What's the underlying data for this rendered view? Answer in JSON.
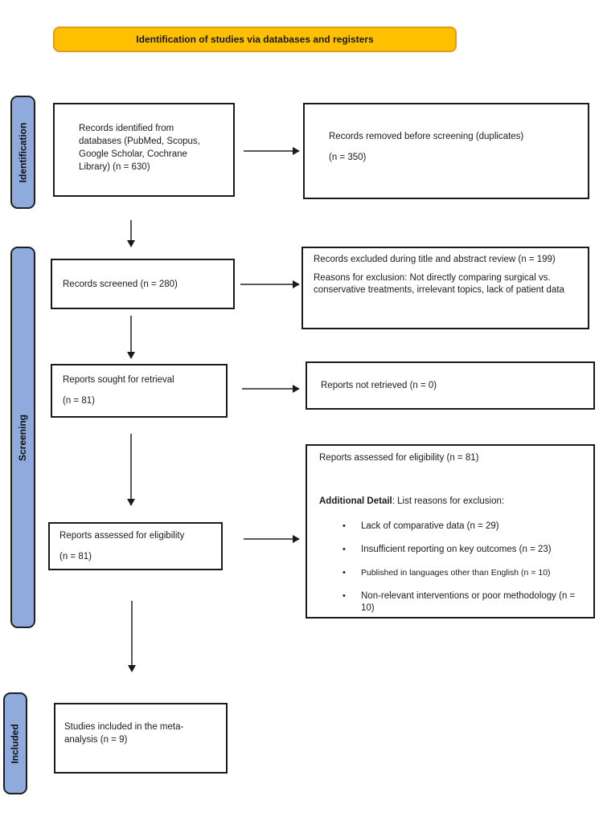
{
  "banner": {
    "label": "Identification of studies via databases and registers"
  },
  "stages": {
    "identification": "Identification",
    "screening": "Screening",
    "included": "Included"
  },
  "boxes": {
    "records_identified": {
      "text": "Records identified from databases (PubMed, Scopus, Google Scholar, Cochrane Library) (n = 630)"
    },
    "records_removed": {
      "line1": "Records removed before screening (duplicates)",
      "line2": "(n = 350)"
    },
    "records_screened": {
      "text": "Records screened (n = 280)"
    },
    "records_excluded": {
      "para1": "Records excluded during title and abstract review (n = 199)",
      "para2": "Reasons for exclusion: Not directly comparing surgical vs. conservative treatments, irrelevant topics, lack of patient data"
    },
    "reports_sought": {
      "line1": "Reports sought for retrieval",
      "line2": "(n = 81)"
    },
    "reports_not_retrieved": {
      "text": "Reports not retrieved (n = 0)"
    },
    "reports_assessed": {
      "line1": "Reports assessed for eligibility",
      "line2": "(n = 81)"
    },
    "eligibility_detail": {
      "title": "Reports assessed for eligibility (n = 81)",
      "detail_label": "Additional Detail",
      "detail_rest": ": List reasons for exclusion:",
      "bullet_marker": "•",
      "bullets": [
        "Lack of comparative data (n = 29)",
        "Insufficient reporting on key outcomes (n = 23)",
        "Published in languages other than English (n = 10)",
        "Non-relevant interventions or poor methodology (n = 10)"
      ]
    },
    "studies_included": {
      "text": "Studies included in the meta-analysis (n = 9)"
    }
  },
  "colors": {
    "banner_fill": "#FFC000",
    "banner_border": "#E39B17",
    "stage_fill": "#8FAADC",
    "stage_border": "#1F1F1F",
    "box_border": "#1A1A1A",
    "arrow_shaft": "#595959",
    "arrow_head": "#1A1A1A"
  }
}
